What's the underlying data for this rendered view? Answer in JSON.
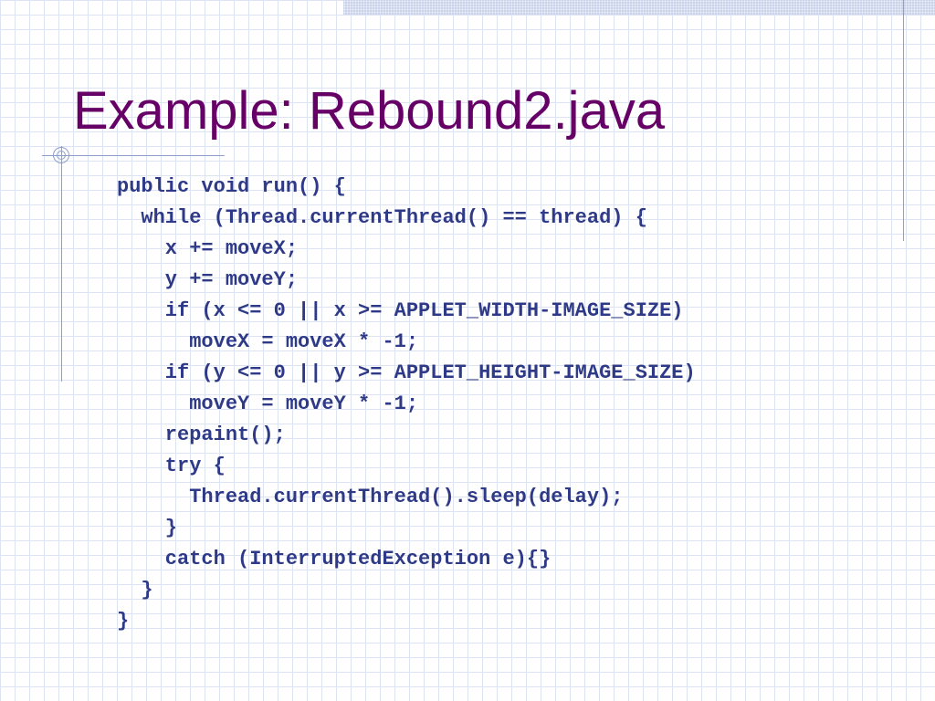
{
  "slide": {
    "title": "Example: Rebound2.java",
    "code_lines": [
      "public void run() {",
      "  while (Thread.currentThread() == thread) {",
      "    x += moveX;",
      "    y += moveY;",
      "    if (x <= 0 || x >= APPLET_WIDTH-IMAGE_SIZE)",
      "      moveX = moveX * -1;",
      "    if (y <= 0 || y >= APPLET_HEIGHT-IMAGE_SIZE)",
      "      moveY = moveY * -1;",
      "    repaint();",
      "    try {",
      "      Thread.currentThread().sleep(delay);",
      "    }",
      "    catch (InterruptedException e){}",
      "  }",
      "}"
    ]
  },
  "colors": {
    "title": "#660066",
    "code": "#2e3a87",
    "grid": "#dde3f0",
    "accent_rule": "#8e9fcb"
  }
}
